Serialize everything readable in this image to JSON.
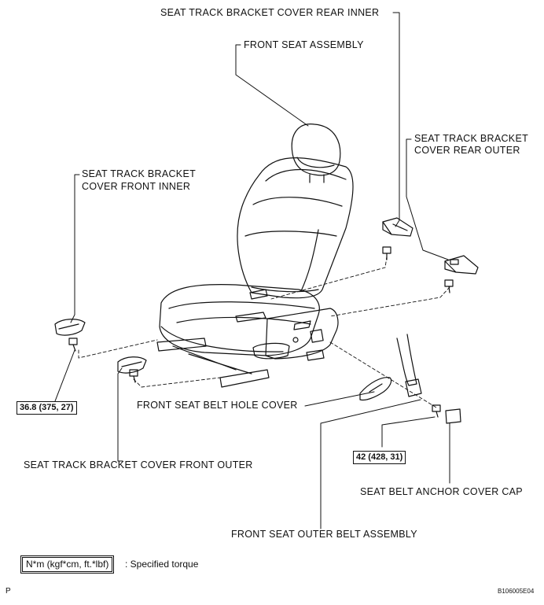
{
  "labels": {
    "rear_inner": "SEAT TRACK BRACKET COVER REAR INNER",
    "front_seat_assembly": "FRONT SEAT ASSEMBLY",
    "rear_outer_line1": "SEAT TRACK BRACKET",
    "rear_outer_line2": "COVER REAR OUTER",
    "front_inner_line1": "SEAT TRACK BRACKET",
    "front_inner_line2": "COVER FRONT INNER",
    "belt_hole_cover": "FRONT SEAT BELT HOLE COVER",
    "front_outer": "SEAT TRACK BRACKET COVER FRONT OUTER",
    "anchor_cap": "SEAT BELT ANCHOR COVER CAP",
    "outer_belt": "FRONT SEAT OUTER BELT ASSEMBLY"
  },
  "torques": {
    "seat_bolt": "36.8 (375, 27)",
    "belt_anchor": "42 (428, 31)"
  },
  "legend": {
    "box_text": "N*m (kgf*cm, ft.*lbf)",
    "description": ": Specified torque"
  },
  "footer": {
    "corner_mark": "P",
    "figure_code": "B106005E04"
  }
}
